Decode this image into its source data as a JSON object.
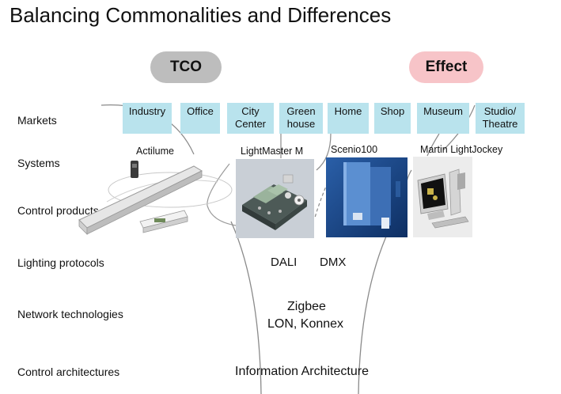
{
  "title": "Balancing Commonalities and Differences",
  "pills": {
    "left": {
      "label": "TCO",
      "color": "#bdbdbd"
    },
    "right": {
      "label": "Effect",
      "color": "#f7c4c8"
    }
  },
  "markets": [
    "Industry",
    "Office",
    "City\nCenter",
    "Green\nhouse",
    "Home",
    "Shop",
    "Museum",
    "Studio/\nTheatre"
  ],
  "market_color": "#b9e3ed",
  "rows": {
    "markets": "Markets",
    "systems": "Systems",
    "control_products": "Control products",
    "lighting_protocols": "Lighting protocols",
    "network_technologies": "Network technologies",
    "control_architectures": "Control architectures"
  },
  "systems": {
    "actilume": "Actilume",
    "lightmaster": "LightMaster M",
    "scenio": "Scenio100",
    "lightjockey": "Martin LightJockey"
  },
  "protocols": {
    "dali": "DALI",
    "dmx": "DMX"
  },
  "networks": {
    "line1": "Zigbee",
    "line2": "LON, Konnex"
  },
  "architecture": "Information Architecture"
}
